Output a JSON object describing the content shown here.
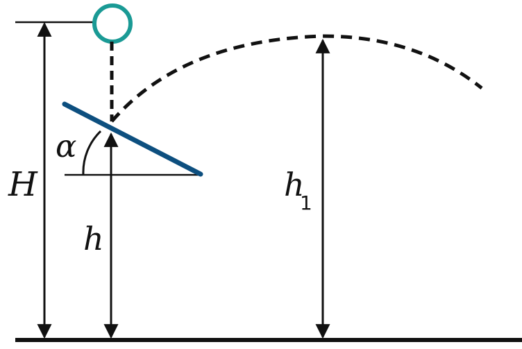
{
  "labels": {
    "H": "H",
    "alpha": "α",
    "h": "h",
    "h1_main": "h",
    "h1_sub": "1"
  },
  "colors": {
    "line": "#111111",
    "ball": "#1a9a95",
    "plane": "#0d4f7f"
  },
  "icons": {
    "ball": "circle-outline",
    "arrows": "double-headed-arrow"
  }
}
